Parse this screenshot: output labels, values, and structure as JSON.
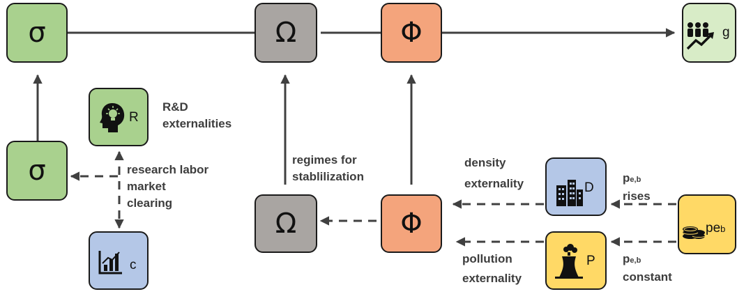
{
  "nodes": {
    "sigma_top": "σ",
    "sigma_bottom": "σ",
    "omega_top": "Ω",
    "omega_bottom": "Ω",
    "phi_top": "Φ",
    "phi_bottom": "Φ",
    "rd_node": "R",
    "c_node": "c",
    "d_node": "D",
    "p_node": "P",
    "pe_node": "pe",
    "pe_node_sub": "b",
    "g_node": "g"
  },
  "labels": {
    "rd_externalities": [
      "R&D",
      "externalities"
    ],
    "research_labor": [
      "research labor",
      "market",
      "clearing"
    ],
    "regimes": [
      "regimes for",
      "stablilization"
    ],
    "density": [
      "density",
      "externality"
    ],
    "pollution": [
      "pollution",
      "externality"
    ],
    "pe_rises": [
      "p",
      "e,b",
      "rises"
    ],
    "pe_constant": [
      "p",
      "e,b",
      "constant"
    ]
  },
  "colors": {
    "green": "#a9d18e",
    "light_green": "#d8ecc7",
    "gray": "#a9a5a2",
    "orange": "#f4a47c",
    "blue": "#b4c7e7",
    "yellow": "#ffd966",
    "arrow": "#404040"
  },
  "icons": {
    "rd_node": "head-lightbulb-icon",
    "c_node": "bar-chart-icon",
    "d_node": "city-buildings-icon",
    "p_node": "factory-smoke-icon",
    "pe_node": "coins-icon",
    "g_node": "people-growth-icon"
  }
}
